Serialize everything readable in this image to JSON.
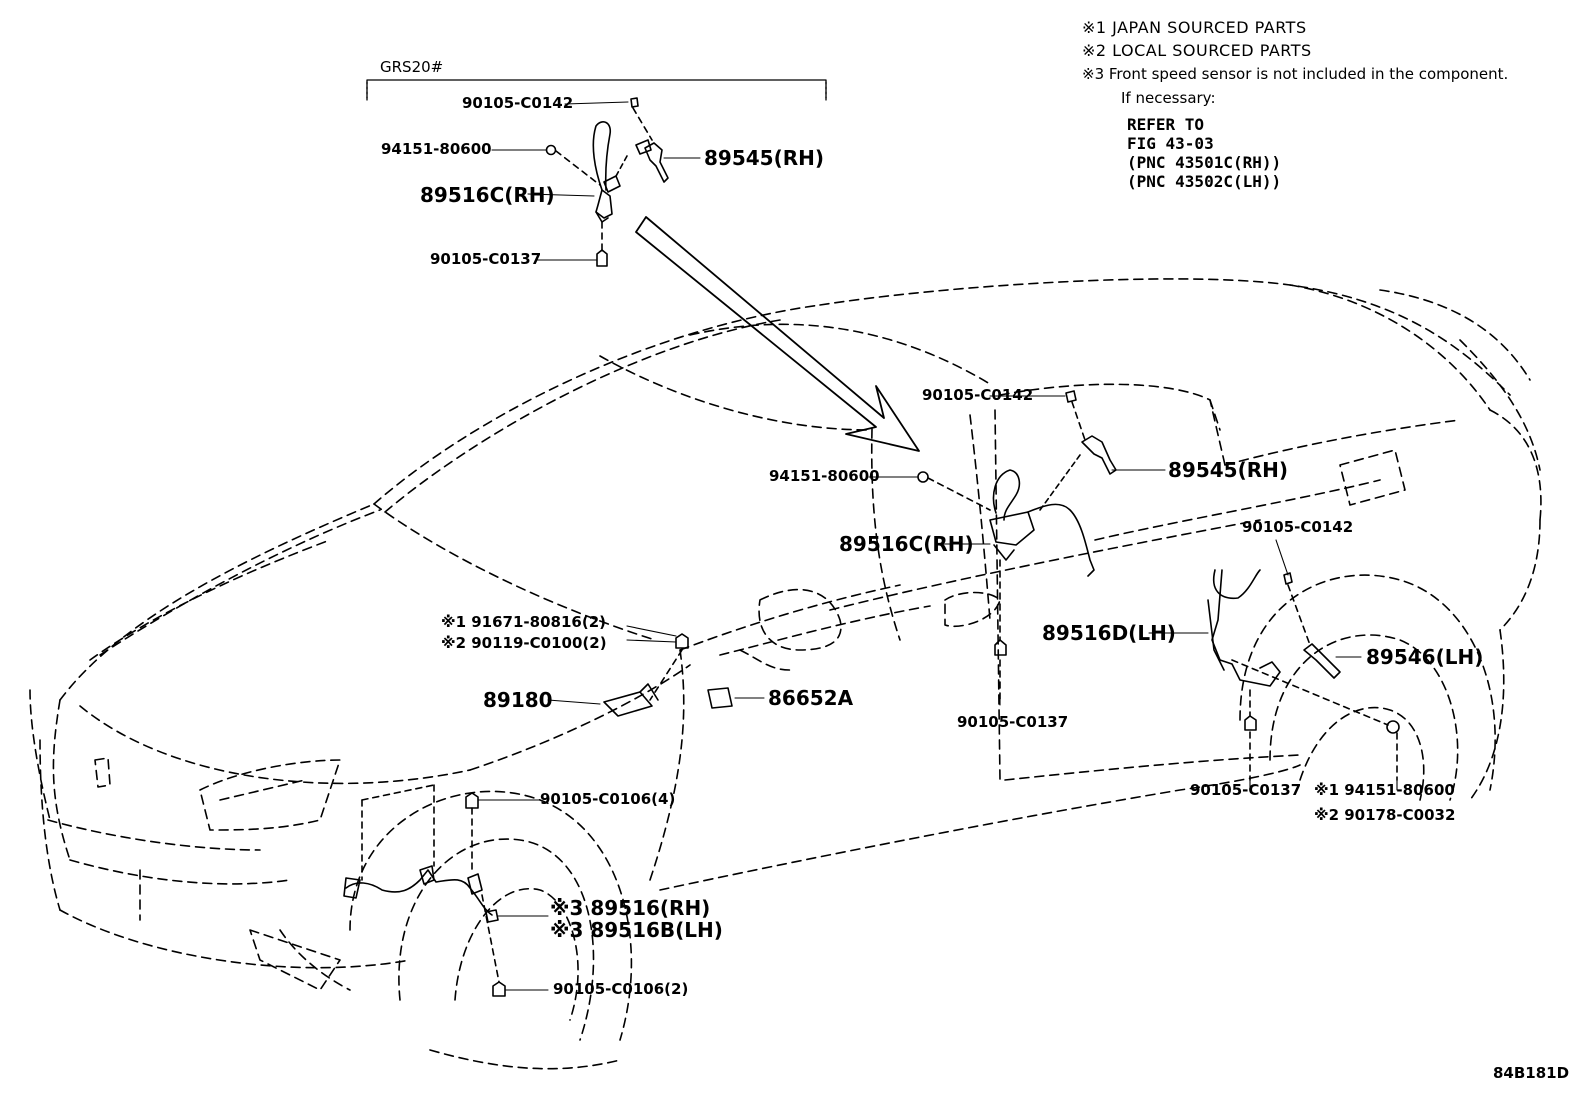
{
  "notes": {
    "n1": "※1 JAPAN SOURCED PARTS",
    "n2": "※2 LOCAL SOURCED PARTS",
    "n3": "※3 Front speed sensor is not included in the component.",
    "n3_sub": "If necessary:",
    "refer_lines": [
      "REFER TO",
      "FIG 43-03",
      "(PNC 43501C(RH))",
      "(PNC 43502C(LH))"
    ]
  },
  "inset": {
    "title": "GRS20#"
  },
  "labels": {
    "inset_90105_c0142": "90105-C0142",
    "inset_94151_80600": "94151-80600",
    "inset_89545_rh": "89545(RH)",
    "inset_89516c_rh": "89516C(RH)",
    "inset_90105_c0137": "90105-C0137",
    "main_90105_c0142": "90105-C0142",
    "main_94151_80600": "94151-80600",
    "main_89545_rh": "89545(RH)",
    "main_89516c_rh": "89516C(RH)",
    "rear_90105_c0142": "90105-C0142",
    "p_89516d_lh": "89516D(LH)",
    "p_89546_lh": "89546(LH)",
    "p_91671_80816": "※1 91671-80816(2)",
    "p_90119_c0100": "※2 90119-C0100(2)",
    "p_89180": "89180",
    "p_86652a": "86652A",
    "mid_90105_c0137": "90105-C0137",
    "rear_90105_c0137": "90105-C0137",
    "p_94151_80600_j": "※1 94151-80600",
    "p_90178_c0032": "※2 90178-C0032",
    "p_90105_c0106_4": "90105-C0106(4)",
    "p_89516_rh": "※3 89516(RH)",
    "p_89516b_lh": "※3 89516B(LH)",
    "p_90105_c0106_2": "90105-C0106(2)"
  },
  "figure_id": "84B181D"
}
